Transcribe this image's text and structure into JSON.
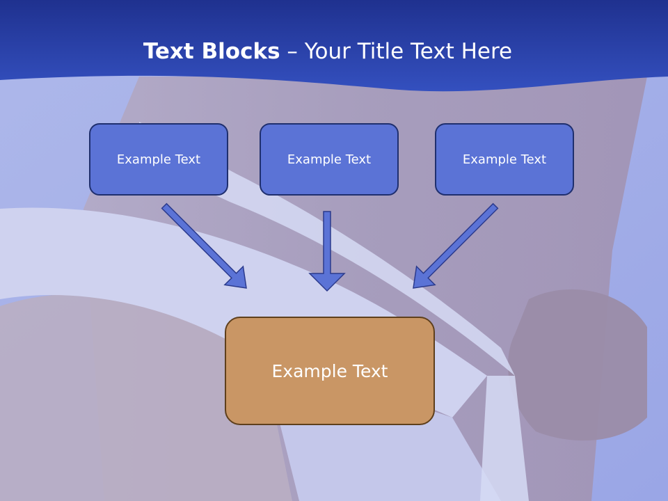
{
  "title": {
    "bold": "Text Blocks",
    "dash": " – ",
    "rest": "Your Title Text Here"
  },
  "boxes": {
    "left": "Example Text",
    "middle": "Example Text",
    "right": "Example Text",
    "bottom": "Example Text"
  },
  "colors": {
    "banner": "#2b3fa8",
    "top_box_fill": "#5b73d6",
    "top_box_border": "#1f2f6e",
    "bottom_box_fill": "#c99665",
    "bottom_box_border": "#5e3f1c",
    "arrow_fill": "#5b73d6",
    "arrow_stroke": "#2b3a8c"
  }
}
